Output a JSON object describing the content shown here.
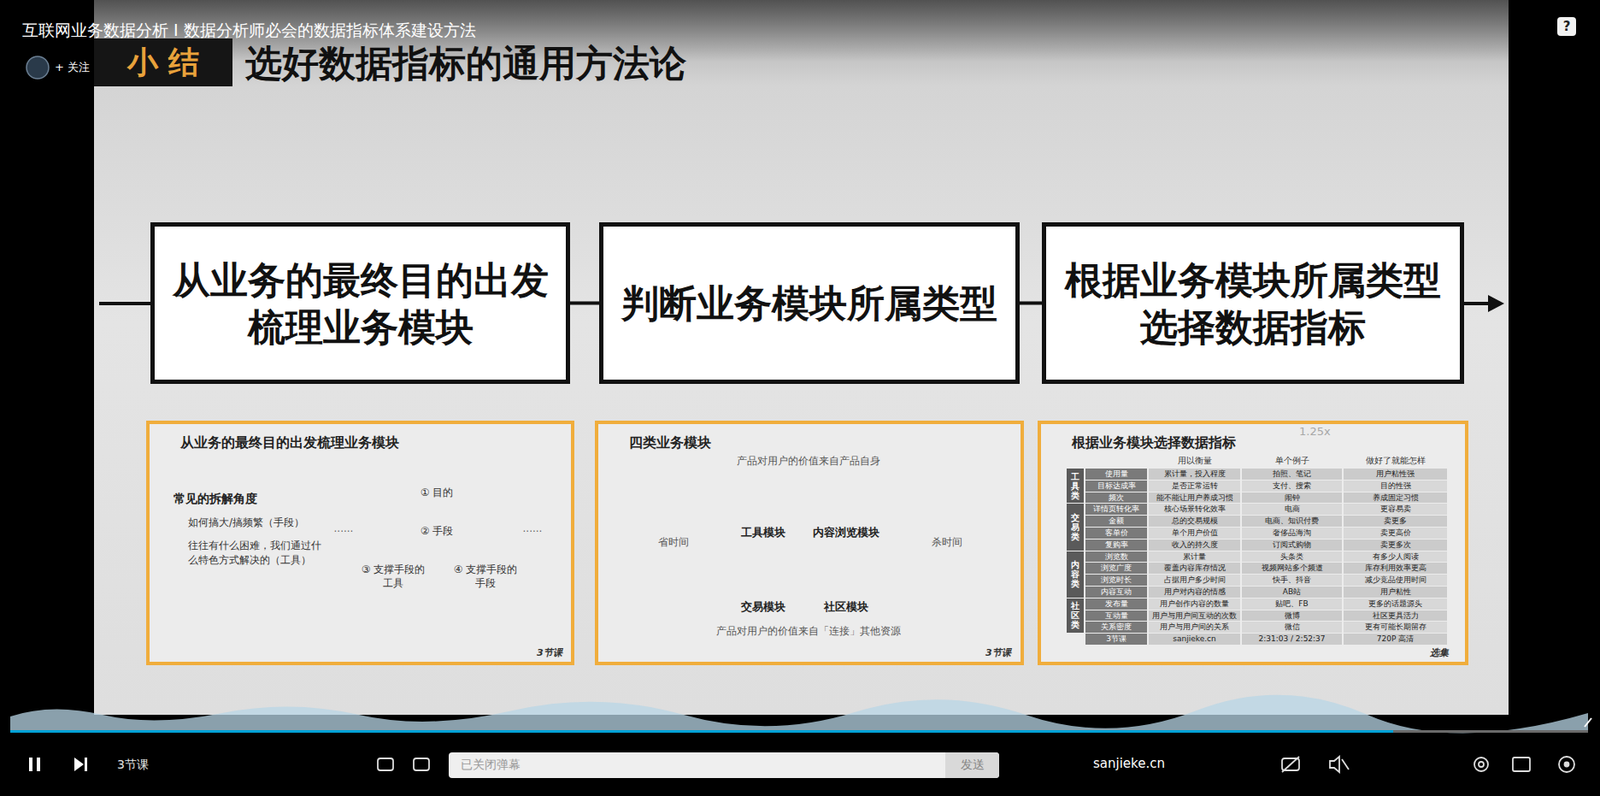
{
  "diagram": {
    "title": "选好数据指标的通用方法论",
    "nodes": [
      {
        "text": [
          "小 结"
        ]
      },
      {
        "text": [
          "从业务的最终目的出发 梳理业务模块"
        ]
      },
      {
        "text": [
          "判断业务模块所属类型"
        ]
      },
      {
        "text": [
          "根据业务模块所属类型 选择数据指标"
        ]
      },
      {
        "text": [
          "从业务的最终目的出发梳理业务模块"
        ]
      },
      {
        "text": [
          "四类业务模块"
        ]
      },
      {
        "text": [
          "工具模块"
        ],
        "in": 5
      },
      {
        "text": [
          "内容浏览模块"
        ],
        "in": 5
      },
      {
        "text": [
          "交易模块"
        ],
        "in": 5
      },
      {
        "text": [
          "社区模块"
        ],
        "in": 5
      },
      {
        "text": [
          "根据业务模块选择数据指标"
        ]
      },
      {
        "text": [
          "已关闭弹幕"
        ]
      },
      {
        "text": [
          "发送"
        ],
        "in": 11
      }
    ],
    "edges": [
      {
        "from": 1,
        "to": 2,
        "arrow": "none"
      },
      {
        "from": 2,
        "to": 3,
        "arrow": "none"
      }
    ],
    "labels": [
      "互联网业务数据分析 I 数据分析师必会的数据指标体系建设方法",
      "+ 关注",
      "?",
      "常见的拆解角度",
      "如何搞大/搞频繁（手段）",
      "往往有什么困难，我们通过什么特色方式解决的（工具）",
      "① 目的",
      "② 手段",
      "③ 支撑手段的 工具",
      "④ 支撑手段的 手段",
      "......",
      "......",
      "3节课",
      "产品对用户的价值来自产品自身",
      "省时间",
      "杀时间",
      "产品对用户的价值来自「连接」其他资源",
      "3节课",
      "用以衡量",
      "单个例子",
      "做好了就能怎样",
      "工具类",
      "交易类",
      "内容类",
      "社区类",
      "使用量",
      "累计量，投入程度",
      "拍照、笔记",
      "用户粘性强",
      "目标达成率",
      "是否正常运转",
      "支付、搜索",
      "目的性强",
      "频次",
      "能不能让用户养成习惯",
      "闹钟",
      "养成固定习惯",
      "详情页转化率",
      "核心场景转化效率",
      "电商",
      "更容易卖",
      "金额",
      "总的交易规模",
      "电商、知识付费",
      "卖更多",
      "客单价",
      "单个用户价值",
      "奢侈品海淘",
      "卖更高价",
      "复购率",
      "收入的持久度",
      "订阅式购物",
      "卖更多次",
      "浏览数",
      "累计量",
      "头条类",
      "有多少人阅读",
      "浏览广度",
      "覆盖内容库存情况",
      "视频网站多个频道",
      "库存利用效率更高",
      "浏览时长",
      "占据用户多少时间",
      "快手、抖音",
      "减少竞品使用时间",
      "内容互动",
      "用户对内容的情感",
      "AB站",
      "用户粘性",
      "发布量",
      "用户创作内容的数量",
      "贴吧、FB",
      "更多的话题源头",
      "互动量",
      "用户与用户间互动的次数",
      "微博",
      "社区更具活力",
      "关系密度",
      "用户与用户间的关系",
      "微信",
      "更有可能长期留存",
      "3节课",
      "sanjieke.cn",
      "2:31:03 / 2:52:37",
      "720P 高清",
      "选集",
      "1.25x",
      "3节课",
      "sanjieke.cn"
    ]
  }
}
